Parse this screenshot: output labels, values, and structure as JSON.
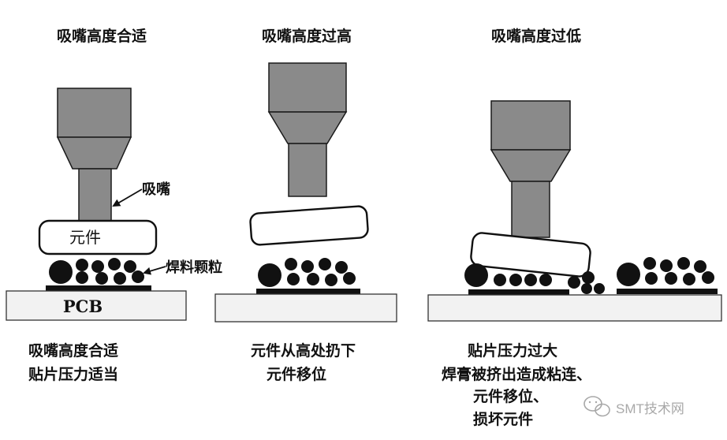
{
  "panels": [
    {
      "title": "吸嘴高度合适",
      "caption": [
        "吸嘴高度合适",
        "贴片压力适当"
      ],
      "part_label": "元件",
      "nozzle_label": "吸嘴",
      "solder_label": "焊料颗粒",
      "board_label": "PCB"
    },
    {
      "title": "吸嘴高度过高",
      "caption": [
        "元件从高处扔下",
        "元件移位"
      ]
    },
    {
      "title": "吸嘴高度过低",
      "caption": [
        "贴片压力过大",
        "焊膏被挤出造成粘连、",
        "元件移位、",
        "损坏元件"
      ]
    }
  ],
  "watermark": {
    "text": "SMT技术网",
    "icon": "wechat-icon"
  },
  "colors": {
    "nozzle": "#8a8a8a",
    "solder": "#111111",
    "board": "#f2f2f2",
    "outline": "#111111"
  }
}
